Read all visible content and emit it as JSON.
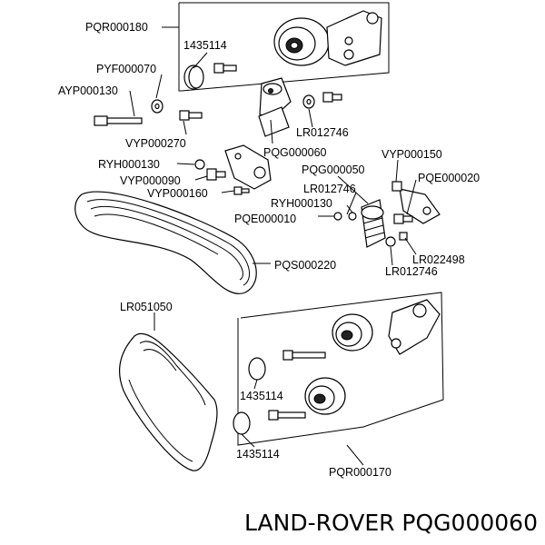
{
  "labels": {
    "pqr000180": "PQR000180",
    "l1435114_top": "1435114",
    "pyf000070": "PYF000070",
    "ayp000130": "AYP000130",
    "vyp000270": "VYP000270",
    "lr012746_a": "LR012746",
    "pqg000060": "PQG000060",
    "ryh000130_a": "RYH000130",
    "vyp000090": "VYP000090",
    "vyp000160": "VYP000160",
    "pqg000050": "PQG000050",
    "vyp000150": "VYP000150",
    "pqe000020": "PQE000020",
    "lr012746_b": "LR012746",
    "ryh000130_b": "RYH000130",
    "pqe000010": "PQE000010",
    "lr022498": "LR022498",
    "pqs000220": "PQS000220",
    "lr012746_c": "LR012746",
    "lr051050": "LR051050",
    "l1435114_mid": "1435114",
    "l1435114_bot": "1435114",
    "pqr000170": "PQR000170"
  },
  "caption": "LAND-ROVER PQG000060"
}
